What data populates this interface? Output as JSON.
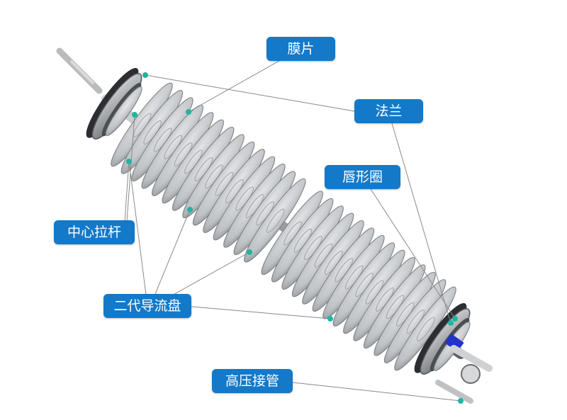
{
  "colors": {
    "callout_bg": "#1479c9",
    "leader_line": "#8a8a8a",
    "marker_dot": "#1fb5a0",
    "disc_face": "#c4c6c9",
    "disc_edge": "#7c7f83",
    "rod": "#9a9da1",
    "accent_part": "#2233cc"
  },
  "labels": {
    "membrane": "膜片",
    "flange": "法兰",
    "lip_ring": "唇形圈",
    "center_rod": "中心拉杆",
    "flow_disc": "二代导流盘",
    "hp_connector": "高压接管"
  },
  "illustration": {
    "subject": "membrane-column-assembly",
    "disc_count": 28
  }
}
